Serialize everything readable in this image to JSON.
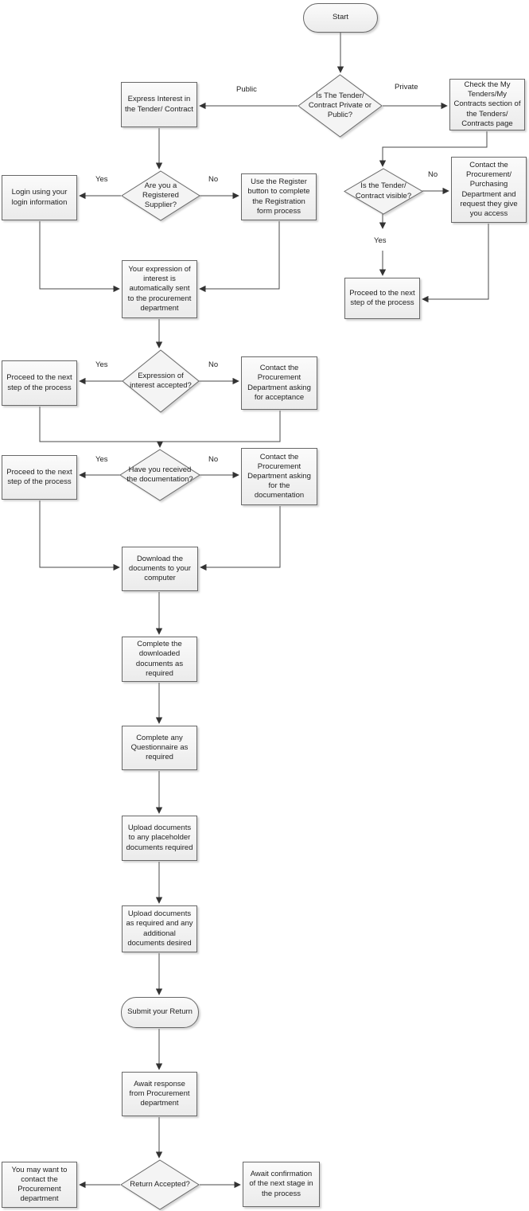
{
  "nodes": {
    "start": {
      "label": "Start"
    },
    "private_or_public": {
      "label": "Is The Tender/ Contract Private or Public?"
    },
    "check_my": {
      "label": "Check the My Tenders/My Contracts section of the Tenders/ Contracts page"
    },
    "express": {
      "label": "Express Interest in the Tender/ Contract"
    },
    "registered": {
      "label": "Are you a Registered Supplier?"
    },
    "login": {
      "label": "Login using your login information"
    },
    "register": {
      "label": "Use the Register button to complete the Registration form process"
    },
    "visible": {
      "label": "Is the Tender/ Contract visible?"
    },
    "contact_access": {
      "label": "Contact the Procurement/ Purchasing Department and request they give you access"
    },
    "proceed_visible": {
      "label": "Proceed to the next step of the process"
    },
    "expression_sent": {
      "label": "Your expression of interest is automatically sent to the procurement department"
    },
    "expression_accepted": {
      "label": "Expression of interest accepted?"
    },
    "proceed_accepted": {
      "label": "Proceed to the next step of the process"
    },
    "contact_acceptance": {
      "label": "Contact the Procurement Department asking for acceptance"
    },
    "received_docs": {
      "label": "Have you received the documentation?"
    },
    "proceed_docs": {
      "label": "Proceed to the next step of the process"
    },
    "contact_docs": {
      "label": "Contact the Procurement Department asking for the documentation"
    },
    "download": {
      "label": "Download the documents to your computer"
    },
    "complete_docs": {
      "label": "Complete the downloaded documents as required"
    },
    "questionnaire": {
      "label": "Complete any Questionnaire as required"
    },
    "upload_placeholder": {
      "label": "Upload documents to any placeholder documents required"
    },
    "upload_additional": {
      "label": "Upload documents as required and any additional documents desired"
    },
    "submit": {
      "label": "Submit your Return"
    },
    "await_response": {
      "label": "Await response from Procurement department"
    },
    "return_accepted": {
      "label": "Return Accepted?"
    },
    "may_contact": {
      "label": "You may want to contact the Procurement department"
    },
    "await_confirmation": {
      "label": "Await confirmation of the next stage in the process"
    }
  },
  "edge_labels": {
    "public": "Public",
    "private": "Private",
    "yes_registered": "Yes",
    "no_registered": "No",
    "no_visible": "No",
    "yes_visible": "Yes",
    "yes_expression": "Yes",
    "no_expression": "No",
    "yes_documentation": "Yes",
    "no_documentation": "No"
  },
  "colors": {
    "shape_fill": "#f4f4f4",
    "shape_border": "#686868",
    "line": "#4a4a4a",
    "arrow": "#333333",
    "text": "#1f1f1f",
    "background": "#ffffff"
  }
}
